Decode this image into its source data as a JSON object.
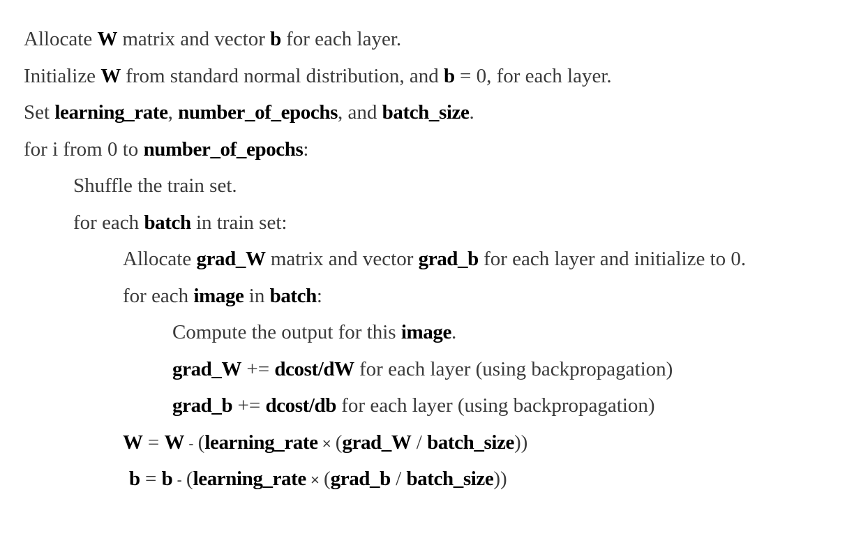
{
  "lines": [
    {
      "indent": 0,
      "segments": [
        {
          "text": "Allocate "
        },
        {
          "text": "W",
          "bold": true
        },
        {
          "text": " matrix and vector "
        },
        {
          "text": "b",
          "bold": true
        },
        {
          "text": " for each layer."
        }
      ]
    },
    {
      "indent": 0,
      "segments": [
        {
          "text": "Initialize "
        },
        {
          "text": "W",
          "bold": true
        },
        {
          "text": " from standard normal distribution, and "
        },
        {
          "text": "b",
          "bold": true
        },
        {
          "text": " = 0, for each layer."
        }
      ]
    },
    {
      "indent": 0,
      "segments": [
        {
          "text": "Set "
        },
        {
          "text": "learning_rate",
          "bold": true
        },
        {
          "text": ", "
        },
        {
          "text": "number_of_epochs",
          "bold": true
        },
        {
          "text": ", and "
        },
        {
          "text": "batch_size",
          "bold": true
        },
        {
          "text": "."
        }
      ]
    },
    {
      "indent": 0,
      "segments": [
        {
          "text": "for i from 0 to "
        },
        {
          "text": "number_of_epochs",
          "bold": true
        },
        {
          "text": ":"
        }
      ]
    },
    {
      "indent": 1,
      "segments": [
        {
          "text": "Shuffle the train set."
        }
      ]
    },
    {
      "indent": 1,
      "segments": [
        {
          "text": "for each "
        },
        {
          "text": "batch",
          "bold": true
        },
        {
          "text": " in train set:"
        }
      ]
    },
    {
      "indent": 2,
      "segments": [
        {
          "text": "Allocate "
        },
        {
          "text": "grad_W",
          "bold": true
        },
        {
          "text": " matrix and vector "
        },
        {
          "text": "grad_b",
          "bold": true
        },
        {
          "text": " for each layer and initialize to 0."
        }
      ]
    },
    {
      "indent": 2,
      "segments": [
        {
          "text": "for each "
        },
        {
          "text": "image",
          "bold": true
        },
        {
          "text": " in "
        },
        {
          "text": "batch",
          "bold": true
        },
        {
          "text": ":"
        }
      ]
    },
    {
      "indent": 3,
      "segments": [
        {
          "text": "Compute the output for this "
        },
        {
          "text": "image",
          "bold": true
        },
        {
          "text": "."
        }
      ]
    },
    {
      "indent": 3,
      "segments": [
        {
          "text": "grad_W",
          "bold": true
        },
        {
          "text": " += "
        },
        {
          "text": "dcost/dW",
          "bold": true
        },
        {
          "text": " for each layer (using backpropagation)"
        }
      ]
    },
    {
      "indent": 3,
      "segments": [
        {
          "text": "grad_b",
          "bold": true
        },
        {
          "text": " += "
        },
        {
          "text": "dcost/db",
          "bold": true
        },
        {
          "text": " for each layer (using backpropagation)"
        }
      ]
    },
    {
      "indent": 2,
      "segments": [
        {
          "text": "W",
          "bold": true
        },
        {
          "text": " = "
        },
        {
          "text": "W",
          "bold": true
        },
        {
          "text": " - ",
          "sans": true
        },
        {
          "text": "("
        },
        {
          "text": "learning_rate",
          "bold": true
        },
        {
          "text": " × ",
          "sans": true
        },
        {
          "text": "("
        },
        {
          "text": "grad_W",
          "bold": true
        },
        {
          "text": " / "
        },
        {
          "text": "batch_size",
          "bold": true
        },
        {
          "text": "))"
        }
      ]
    },
    {
      "indent": 4,
      "segments": [
        {
          "text": "b",
          "bold": true
        },
        {
          "text": " = "
        },
        {
          "text": "b",
          "bold": true
        },
        {
          "text": " - ",
          "sans": true
        },
        {
          "text": "("
        },
        {
          "text": "learning_rate",
          "bold": true
        },
        {
          "text": " × ",
          "sans": true
        },
        {
          "text": "("
        },
        {
          "text": "grad_b",
          "bold": true
        },
        {
          "text": " / "
        },
        {
          "text": "batch_size",
          "bold": true
        },
        {
          "text": "))"
        }
      ]
    }
  ]
}
